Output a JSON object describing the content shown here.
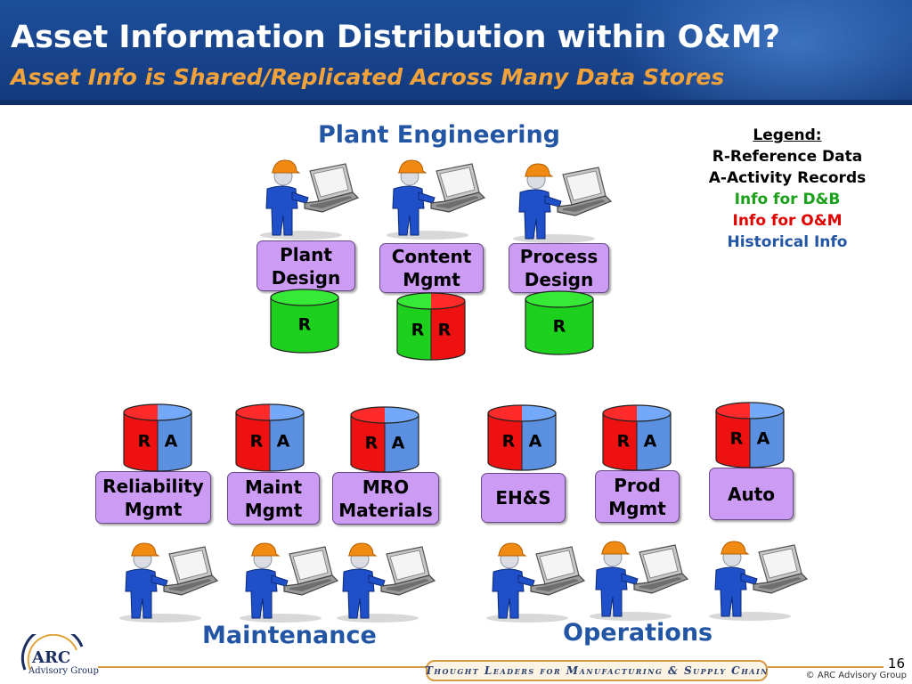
{
  "header": {
    "title": "Asset Information Distribution within O&M?",
    "subtitle": "Asset Info is Shared/Replicated Across Many Data Stores"
  },
  "groups": {
    "plant_engineering": "Plant Engineering",
    "maintenance": "Maintenance",
    "operations": "Operations"
  },
  "legend": {
    "title": "Legend:",
    "items": [
      {
        "text": "R-Reference Data",
        "color": "#000000"
      },
      {
        "text": "A-Activity Records",
        "color": "#000000"
      },
      {
        "text": "Info for D&B",
        "color": "#1aa01a"
      },
      {
        "text": "Info for O&M",
        "color": "#e00000"
      },
      {
        "text": "Historical Info",
        "color": "#2355a5"
      }
    ]
  },
  "colors": {
    "green": "#1ed01e",
    "red": "#ee1111",
    "blue": "#5b8fe0",
    "box": "#cc9cf5",
    "header": "#17428a",
    "subtitle": "#f2a23a"
  },
  "systems": {
    "plant_design": {
      "label": "Plant\nDesign",
      "segments": [
        {
          "letter": "R",
          "color": "green"
        }
      ]
    },
    "content_mgmt": {
      "label": "Content\nMgmt",
      "segments": [
        {
          "letter": "R",
          "color": "green"
        },
        {
          "letter": "R",
          "color": "red"
        }
      ]
    },
    "process_design": {
      "label": "Process\nDesign",
      "segments": [
        {
          "letter": "R",
          "color": "green"
        }
      ]
    },
    "reliability_mgmt": {
      "label": "Reliability\nMgmt",
      "segments": [
        {
          "letter": "R",
          "color": "red"
        },
        {
          "letter": "A",
          "color": "blue"
        }
      ]
    },
    "maint_mgmt": {
      "label": "Maint\nMgmt",
      "segments": [
        {
          "letter": "R",
          "color": "red"
        },
        {
          "letter": "A",
          "color": "blue"
        }
      ]
    },
    "mro_materials": {
      "label": "MRO\nMaterials",
      "segments": [
        {
          "letter": "R",
          "color": "red"
        },
        {
          "letter": "A",
          "color": "blue"
        }
      ]
    },
    "ehs": {
      "label": "EH&S",
      "segments": [
        {
          "letter": "R",
          "color": "red"
        },
        {
          "letter": "A",
          "color": "blue"
        }
      ]
    },
    "prod_mgmt": {
      "label": "Prod\nMgmt",
      "segments": [
        {
          "letter": "R",
          "color": "red"
        },
        {
          "letter": "A",
          "color": "blue"
        }
      ]
    },
    "auto": {
      "label": "Auto",
      "segments": [
        {
          "letter": "R",
          "color": "red"
        },
        {
          "letter": "A",
          "color": "blue"
        }
      ]
    }
  },
  "footer": {
    "tagline": "Thought Leaders for Manufacturing & Supply Chain",
    "page_number": "16",
    "copyright": "© ARC Advisory Group",
    "logo_name": "ARC",
    "logo_sub": "Advisory Group"
  }
}
